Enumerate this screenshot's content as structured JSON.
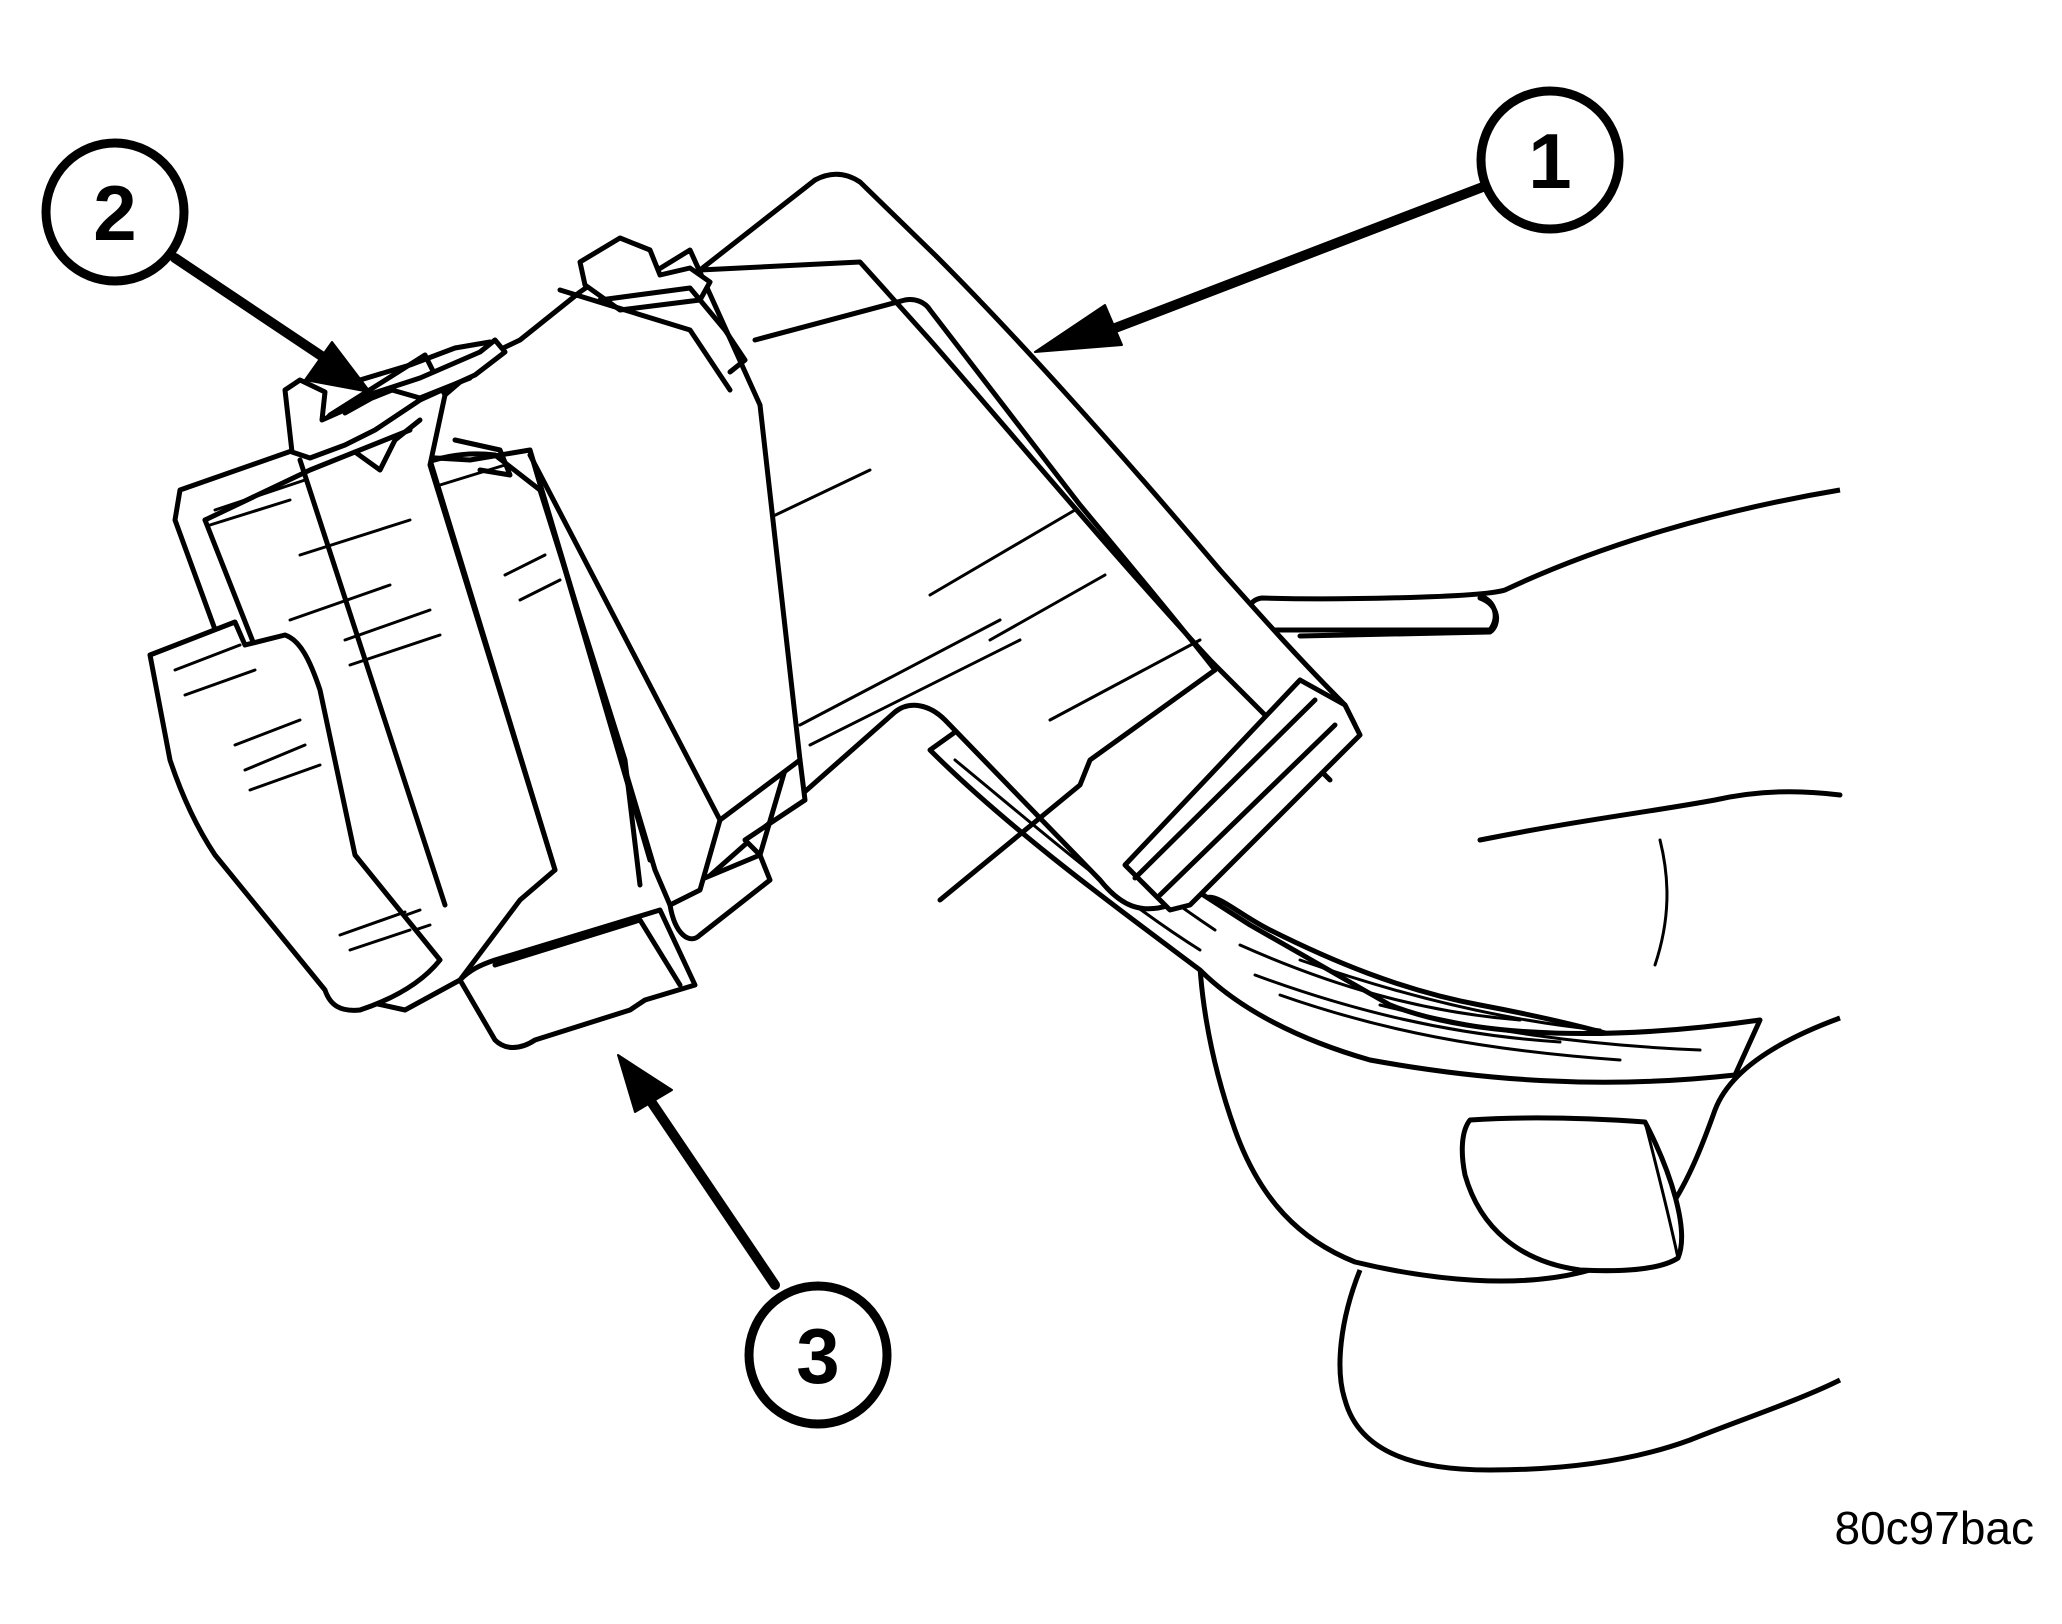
{
  "callouts": [
    {
      "id": "1",
      "label": "1"
    },
    {
      "id": "2",
      "label": "2"
    },
    {
      "id": "3",
      "label": "3"
    }
  ],
  "figure_code": "80c97bac",
  "colors": {
    "ink": "#000000",
    "paper": "#ffffff"
  }
}
